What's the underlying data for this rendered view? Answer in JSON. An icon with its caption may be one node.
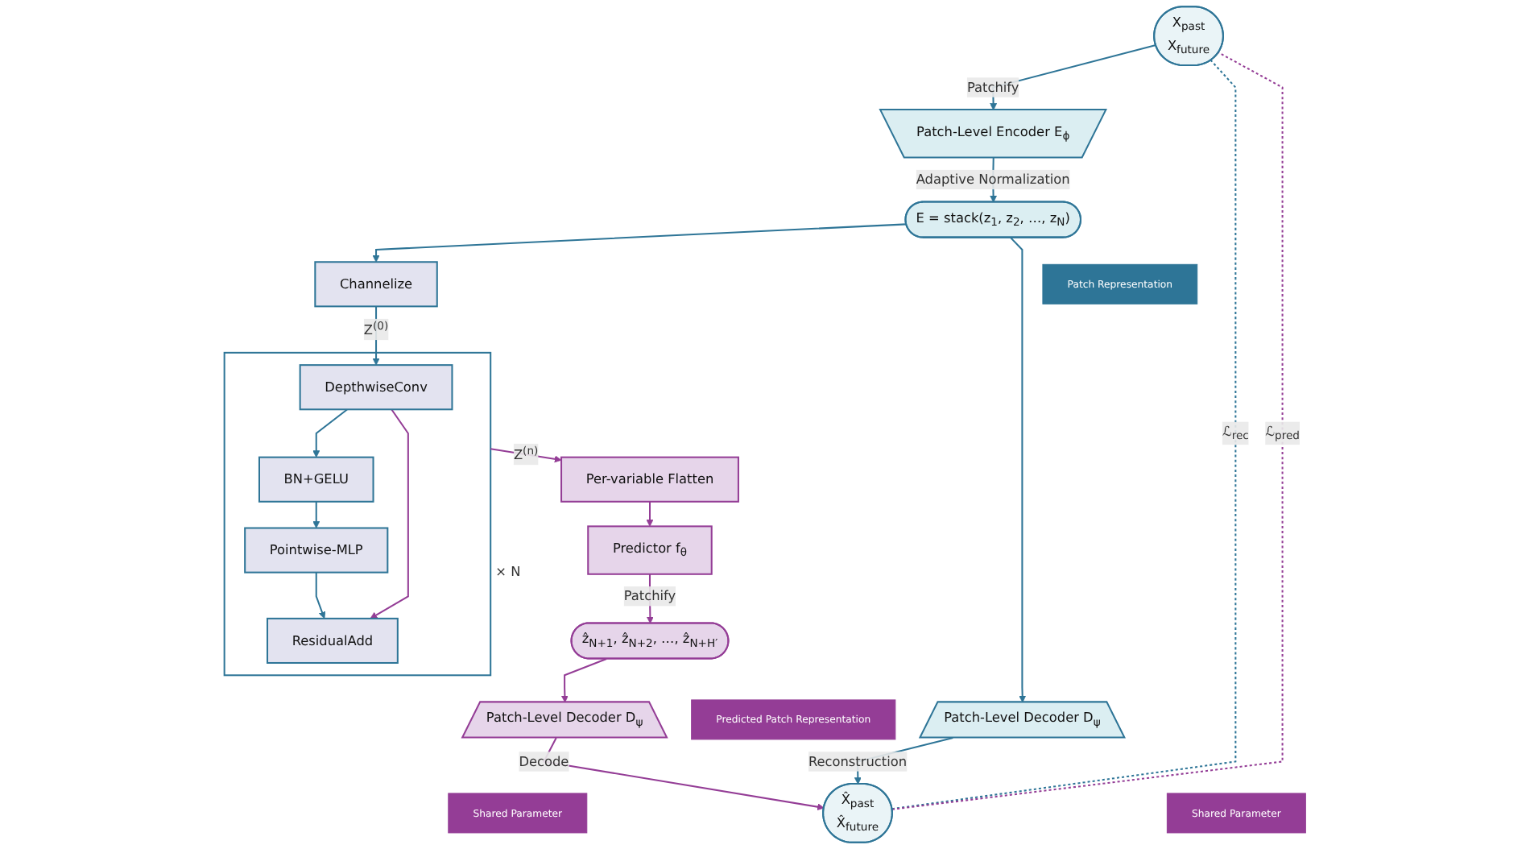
{
  "diagram": {
    "nodes": [
      {
        "text": [
          "X$_{past}$",
          "X$_{future}$"
        ]
      },
      {
        "text": [
          "Patch-Level Encoder E$_{ϕ}$"
        ]
      },
      {
        "text": [
          "E = stack(z$_{1}$, z$_{2}$, …, z$_{N}$)"
        ]
      },
      {
        "text": [
          "Patch Representation"
        ]
      },
      {
        "text": [
          "Patch-Level Decoder D$_{ψ}$"
        ]
      },
      {
        "text": [
          "Shared Parameter"
        ]
      },
      {
        "text": [
          "X̂$_{past}$",
          "X̂$_{future}$"
        ]
      },
      {
        "text": [
          "Channelize"
        ]
      },
      {
        "text": [
          "× N"
        ]
      },
      {
        "text": [
          "DepthwiseConv"
        ],
        "in": 8
      },
      {
        "text": [
          "BN+GELU"
        ],
        "in": 8
      },
      {
        "text": [
          "Pointwise-MLP"
        ],
        "in": 8
      },
      {
        "text": [
          "ResidualAdd"
        ],
        "in": 8
      },
      {
        "text": [
          "Per-variable Flatten"
        ]
      },
      {
        "text": [
          "Predictor f$_{θ}$"
        ]
      },
      {
        "text": [
          "ẑ$_{N+1}$, ẑ$_{N+2}$, …, ẑ$_{N+H′}$"
        ]
      },
      {
        "text": [
          "Predicted Patch Representation"
        ]
      },
      {
        "text": [
          "Patch-Level Decoder D$_{ψ}$"
        ]
      },
      {
        "text": [
          "Shared Parameter"
        ]
      }
    ],
    "edges": [
      {
        "from": 0,
        "to": 1,
        "arrow": "to",
        "label": "Patchify"
      },
      {
        "from": 1,
        "to": 2,
        "arrow": "to",
        "label": "Adaptive Normalization"
      },
      {
        "from": 2,
        "to": 7,
        "arrow": "to"
      },
      {
        "from": 7,
        "to": 9,
        "arrow": "to",
        "label": "Z$^{(0)}$"
      },
      {
        "from": 9,
        "to": 10,
        "arrow": "to"
      },
      {
        "from": 10,
        "to": 11,
        "arrow": "to"
      },
      {
        "from": 11,
        "to": 12,
        "arrow": "to"
      },
      {
        "from": 9,
        "to": 12,
        "arrow": "to",
        "color": "#943d96"
      },
      {
        "from": 8,
        "to": 13,
        "arrow": "to",
        "label": "Z$^{(n)}$",
        "color": "#943d96"
      },
      {
        "from": 13,
        "to": 14,
        "arrow": "to",
        "color": "#943d96"
      },
      {
        "from": 14,
        "to": 15,
        "arrow": "to",
        "label": "Patchify",
        "color": "#943d96"
      },
      {
        "from": 15,
        "to": 17,
        "arrow": "to",
        "color": "#943d96"
      },
      {
        "from": 17,
        "to": 6,
        "arrow": "to",
        "label": "Decode",
        "color": "#943d96"
      },
      {
        "from": 2,
        "to": 4,
        "arrow": "to"
      },
      {
        "from": 4,
        "to": 6,
        "arrow": "to",
        "label": "Reconstruction"
      },
      {
        "from": 6,
        "to": 0,
        "arrow": "none",
        "style": "dashed",
        "label": "ℒ$_{rec}$"
      },
      {
        "from": 6,
        "to": 0,
        "arrow": "none",
        "style": "dashed",
        "label": "ℒ$_{pred}$",
        "color": "#943d96"
      }
    ]
  }
}
